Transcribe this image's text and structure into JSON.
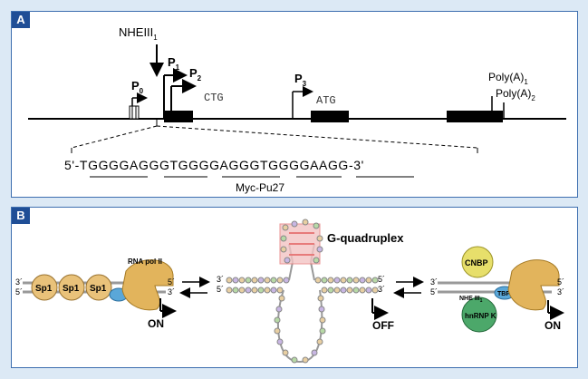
{
  "panelA": {
    "label": "A",
    "nhe": "NHEIII",
    "nhe_sub": "1",
    "p0": "P",
    "p0_sub": "0",
    "p1": "P",
    "p1_sub": "1",
    "p2": "P",
    "p2_sub": "2",
    "p3": "P",
    "p3_sub": "3",
    "ctg": "CTG",
    "atg": "ATG",
    "polyA1": "Poly(A)",
    "polyA1_sub": "1",
    "polyA2": "Poly(A)",
    "polyA2_sub": "2",
    "seq_prefix": "5'-T",
    "seq_body": "GGGGAGGGTGGGGAGGGTGGGGAAGG",
    "seq_suffix": "-3'",
    "myc": "Myc-Pu27"
  },
  "panelB": {
    "label": "B",
    "sp1_a": "Sp1",
    "sp1_b": "Sp1",
    "sp1_c": "Sp1",
    "rnapol": "RNA pol II",
    "on_left": "ON",
    "gquad": "G-quadruplex",
    "off": "OFF",
    "cnbp": "CNBP",
    "nhe_label": "NHE III",
    "nhe_label_sub": "1",
    "tbp": "TBP",
    "hnrnp": "hnRNP K",
    "on_right": "ON",
    "end3": "3´",
    "end5": "5´"
  },
  "colors": {
    "accent": "#1f4e96",
    "border": "#3e6fb0",
    "bg": "#dce9f5",
    "sp1": "#e9c27a",
    "rnapol": "#e2b45c",
    "cnbp": "#e7df6b",
    "hnrnp": "#4ca86a",
    "tbp": "#5aa7d8",
    "gquad": "#e77b7b"
  }
}
